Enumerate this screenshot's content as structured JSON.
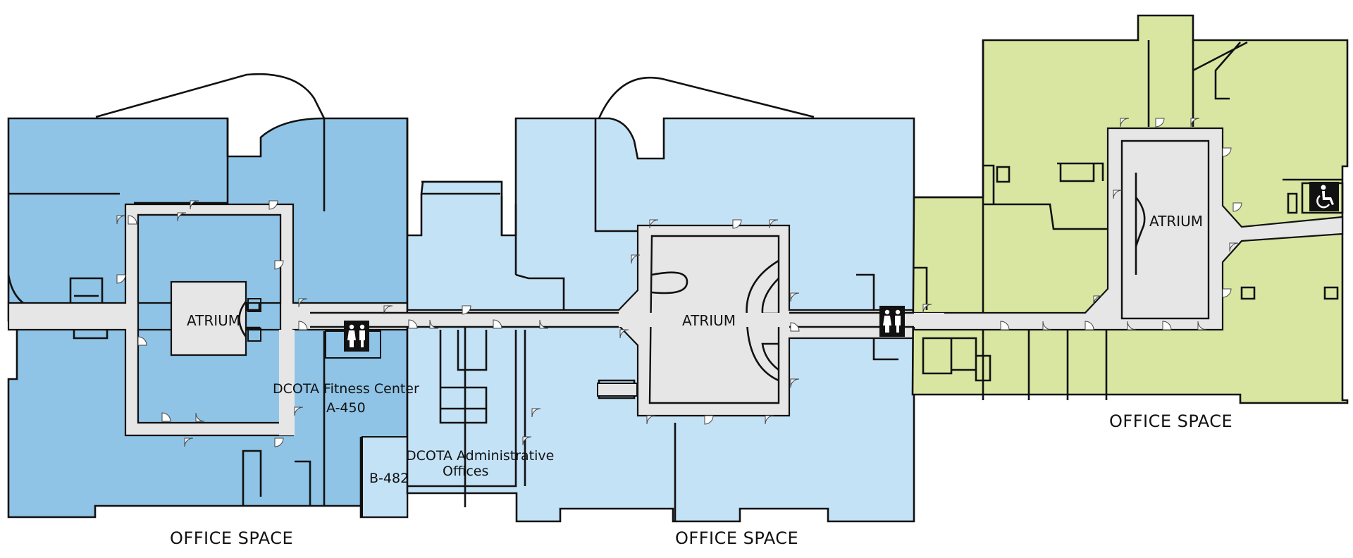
{
  "colors": {
    "west_wing": "#8fc4e6",
    "center_wing": "#c4e2f6",
    "east_wing": "#d9e6a2",
    "corridor": "#e6e6e6",
    "wall": "#111111",
    "icon_bg": "#111111"
  },
  "sections": {
    "west": {
      "label": "OFFICE SPACE"
    },
    "center": {
      "label": "OFFICE SPACE"
    },
    "east": {
      "label": "OFFICE SPACE"
    }
  },
  "atriums": {
    "west": {
      "label": "ATRIUM"
    },
    "center": {
      "label": "ATRIUM"
    },
    "east": {
      "label": "ATRIUM"
    }
  },
  "rooms": {
    "fitness": {
      "name": "DCOTA Fitness Center",
      "number": "A-450"
    },
    "admin": {
      "line1": "DCOTA Administrative",
      "line2": "Offices"
    },
    "b482": {
      "label": "B-482"
    }
  },
  "icons": {
    "restroom": "restroom-icon",
    "accessible": "wheelchair-icon",
    "door": "door-swing-icon"
  }
}
